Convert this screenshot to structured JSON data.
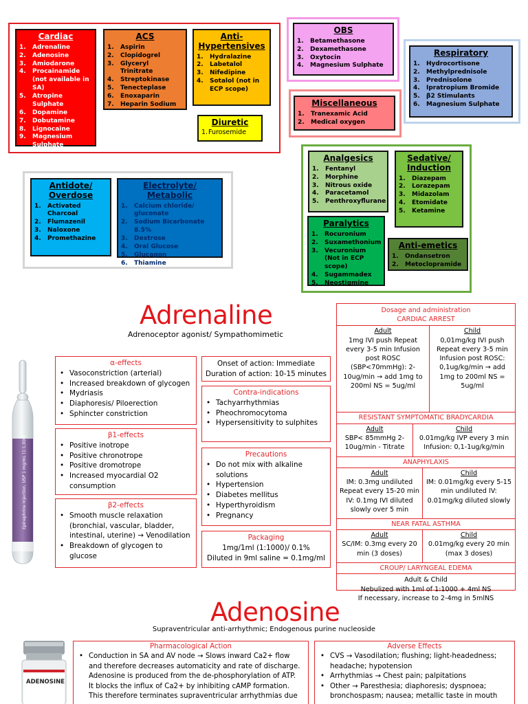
{
  "categories": [
    {
      "id": "cardiac",
      "title": "Cardiac",
      "items": [
        {
          "num": "1.",
          "text": "Adrenaline"
        },
        {
          "num": "2.",
          "text": "Adenosine"
        },
        {
          "num": "3.",
          "text": "Amiodarone"
        },
        {
          "num": "4.",
          "text": "Procainamide (not available in SA)"
        },
        {
          "num": "5.",
          "text": "Atropine Sulphate"
        },
        {
          "num": "6.",
          "text": "Dopamine"
        },
        {
          "num": "7.",
          "text": "Dobutamine"
        },
        {
          "num": "8.",
          "text": "Lignocaine"
        },
        {
          "num": "9.",
          "text": "Magnesium Sulphate"
        }
      ]
    },
    {
      "id": "acs",
      "title": "ACS",
      "items": [
        {
          "num": "1.",
          "text": "Aspirin"
        },
        {
          "num": "2.",
          "text": "Clopidogrel"
        },
        {
          "num": "3.",
          "text": "Glyceryl Trinitrate"
        },
        {
          "num": "4.",
          "text": "Streptokinase"
        },
        {
          "num": "5.",
          "text": "Tenecteplase"
        },
        {
          "num": "6.",
          "text": "Enoxaparin"
        },
        {
          "num": "7.",
          "text": "Heparin Sodium"
        }
      ]
    },
    {
      "id": "antihyp",
      "title": "Anti-Hypertensives",
      "items": [
        {
          "num": "1.",
          "text": "Hydralazine"
        },
        {
          "num": "2.",
          "text": "Labetalol"
        },
        {
          "num": "3.",
          "text": "Nifedipine"
        },
        {
          "num": "4.",
          "text": "Sotalol (not in ECP scope)"
        }
      ]
    },
    {
      "id": "diuretic",
      "title": "Diuretic",
      "items": [
        {
          "num": "1.",
          "text": "Furosemide"
        }
      ]
    },
    {
      "id": "obs",
      "title": "OBS",
      "items": [
        {
          "num": "1.",
          "text": "Betamethasone"
        },
        {
          "num": "2.",
          "text": "Dexamethasone"
        },
        {
          "num": "3.",
          "text": "Oxytocin"
        },
        {
          "num": "4.",
          "text": "Magnesium Sulphate"
        }
      ]
    },
    {
      "id": "respiratory",
      "title": "Respiratory",
      "items": [
        {
          "num": "1.",
          "text": "Hydrocortisone"
        },
        {
          "num": "2.",
          "text": "Methylprednisole"
        },
        {
          "num": "3.",
          "text": "Prednisolone"
        },
        {
          "num": "4.",
          "text": "Ipratropium Bromide"
        },
        {
          "num": "5.",
          "text": "β2 Stimulants"
        },
        {
          "num": "6.",
          "text": "Magnesium Sulphate"
        }
      ]
    },
    {
      "id": "misc",
      "title": "Miscellaneous",
      "items": [
        {
          "num": "1.",
          "text": "Tranexamic Acid"
        },
        {
          "num": "2.",
          "text": "Medical oxygen"
        }
      ]
    },
    {
      "id": "analgesics",
      "title": "Analgesics",
      "items": [
        {
          "num": "1.",
          "text": "Fentanyl"
        },
        {
          "num": "2.",
          "text": "Morphine"
        },
        {
          "num": "3.",
          "text": "Nitrous oxide"
        },
        {
          "num": "4.",
          "text": "Paracetamol"
        },
        {
          "num": "5.",
          "text": "Penthroxyflurane"
        }
      ]
    },
    {
      "id": "sedative",
      "title": "Sedative/ Induction",
      "items": [
        {
          "num": "1.",
          "text": "Diazepam"
        },
        {
          "num": "2.",
          "text": "Lorazepam"
        },
        {
          "num": "3.",
          "text": "Midazolam"
        },
        {
          "num": "4.",
          "text": "Etomidate"
        },
        {
          "num": "5.",
          "text": "Ketamine"
        }
      ]
    },
    {
      "id": "paralytics",
      "title": "Paralytics",
      "items": [
        {
          "num": "1.",
          "text": "Rocuronium"
        },
        {
          "num": "2.",
          "text": "Suxamethonium"
        },
        {
          "num": "3.",
          "text": "Vecuronium (Not in ECP scope)"
        },
        {
          "num": "4.",
          "text": "Sugammadex"
        },
        {
          "num": "5.",
          "text": "Neostigmine"
        }
      ]
    },
    {
      "id": "antiemetics",
      "title": "Anti-emetics",
      "items": [
        {
          "num": "1.",
          "text": "Ondansetron"
        },
        {
          "num": "2.",
          "text": "Metoclopramide"
        }
      ]
    },
    {
      "id": "antidote",
      "title": "Antidote/ Overdose",
      "items": [
        {
          "num": "1.",
          "text": "Activated Charcoal"
        },
        {
          "num": "2.",
          "text": "Flumazenil"
        },
        {
          "num": "3.",
          "text": "Naloxone"
        },
        {
          "num": "4.",
          "text": "Promethazine"
        }
      ]
    },
    {
      "id": "electrolyte",
      "title": "Electrolyte/ Metabolic",
      "items": [
        {
          "num": "1.",
          "text": "Calcium chloride/ gluconate"
        },
        {
          "num": "2.",
          "text": "Sodium Bicarbonate 8.5%"
        },
        {
          "num": "3.",
          "text": "Dextrose"
        },
        {
          "num": "4.",
          "text": "Oral Glucose"
        },
        {
          "num": "5.",
          "text": "Glucagon"
        },
        {
          "num": "6.",
          "text": "Thiamine"
        }
      ]
    }
  ],
  "colors": {
    "cardiac": "#ff0000",
    "acs": "#ed7d31",
    "antihyp": "#ffc000",
    "diuretic": "#ffff00",
    "obs": "#f4a3f0",
    "respiratory": "#8ea9db",
    "misc": "#ff7c80",
    "analgesics": "#a9d18e",
    "sedative": "#7bc142",
    "paralytics": "#00b050",
    "antiemetics": "#548235",
    "antidote": "#00b0f0",
    "electrolyte": "#0070c0",
    "accent": "#e2262b"
  },
  "adrenaline": {
    "title": "Adrenaline",
    "subtitle": "Adrenoceptor agonist/ Sympathomimetic",
    "alpha": {
      "title": "α-effects",
      "items": [
        "Vasoconstriction (arterial)",
        "Increased breakdown of glycogen",
        "Mydriasis",
        "Diaphoresis/ Piloerection",
        "Sphincter constriction"
      ]
    },
    "beta1": {
      "title": "β1-effects",
      "items": [
        "Positive inotrope",
        "Positive chronotrope",
        "Positive dromotrope",
        "Increased myocardial O2 consumption"
      ]
    },
    "beta2": {
      "title": "β2-effects",
      "items": [
        "Smooth muscle relaxation (bronchial, vascular, bladder, intestinal, uterine) → Venodilation",
        "Breakdown of glycogen to glucose"
      ]
    },
    "onset": {
      "line1": "Onset of action: Immediate",
      "line2": "Duration of action: 10-15 minutes"
    },
    "contra": {
      "title": "Contra-indications",
      "items": [
        "Tachyarrhythmias",
        "Pheochromocytoma",
        "Hypersensitivity to sulphites"
      ]
    },
    "precautions": {
      "title": "Precautions",
      "items": [
        "Do not mix with alkaline solutions",
        "Hypertension",
        "Diabetes mellitus",
        "Hyperthyroidism",
        "Pregnancy"
      ]
    },
    "packaging": {
      "title": "Packaging",
      "line1": "1mg/1ml (1:1000)/ 0.1%",
      "line2": "Diluted in 9ml saline = 0.1mg/ml"
    },
    "vial_label": "Epinephrine Injection, USP 1 mg/mL (1:1,000)",
    "dosage": {
      "header": "Dosage and administration",
      "cardiac_arrest": "CARDIAC ARREST",
      "adult": "Adult",
      "child": "Child",
      "ca_adult": "1mg IVI push Repeat every 3-5 min Infusion post ROSC (SBP<70mmHg): 2-10ug/min → add 1mg to 200ml NS = 5ug/ml",
      "ca_child": "0,01mg/kg IVI push Repeat every 3-5 min Infusion post ROSC: 0,1ug/kg/min → add 1mg to 200ml NS = 5ug/ml",
      "brady": "RESISTANT SYMPTOMATIC BRADYCARDIA",
      "brady_adult": "SBP< 85mmHg 2-10ug/min - Titrate",
      "brady_child": "0.01mg/kg IVP every 3 min Infusion: 0,1-1ug/kg/min",
      "anaph": "ANAPHYLAXIS",
      "anaph_adult": "IM: 0.3mg undiluted Repeat every 15-20 min IV: 0.1mg IVI diluted slowly over 5 min",
      "anaph_child": "IM: 0.01mg/kg every 5-15 min undiluted IV: 0.01mg/kg diluted slowly",
      "asthma": "NEAR FATAL ASTHMA",
      "asthma_adult": "SC/IM: 0.3mg every 20 min (3 doses)",
      "asthma_child": "0.01mg/kg every 20 min (max 3 doses)",
      "croup": "CROUP/ LARYNGEAL EDEMA",
      "croup_both": "Adult & Child",
      "croup_line1": "Nebulized with 1ml of 1:1000 + 4ml NS",
      "croup_line2": "If necessary, increase to 2-4mg in 5mlNS"
    }
  },
  "adenosine": {
    "title": "Adenosine",
    "subtitle": "Supraventricular anti-arrhythmic; Endogenous purine nucleoside",
    "vial_label": "ADENOSINE",
    "pharm": {
      "title": "Pharmacological Action",
      "items": [
        "Conduction in SA and AV node → Slows inward Ca2+ flow and therefore decreases automaticity and rate of discharge. Adenosine is produced from the de-phosphorylation of ATP. It blocks the influx of Ca2+ by inhibiting cAMP formation. This therefore terminates supraventricular arrhythmias due"
      ]
    },
    "adverse": {
      "title": "Adverse Effects",
      "items": [
        "CVS → Vasodilation; flushing; light-headedness; headache; hypotension",
        "Arrhythmias → Chest pain; palpitations",
        "Other → Paresthesia; diaphoresis; dyspnoea; bronchospasm; nausea; metallic taste in mouth"
      ]
    }
  }
}
